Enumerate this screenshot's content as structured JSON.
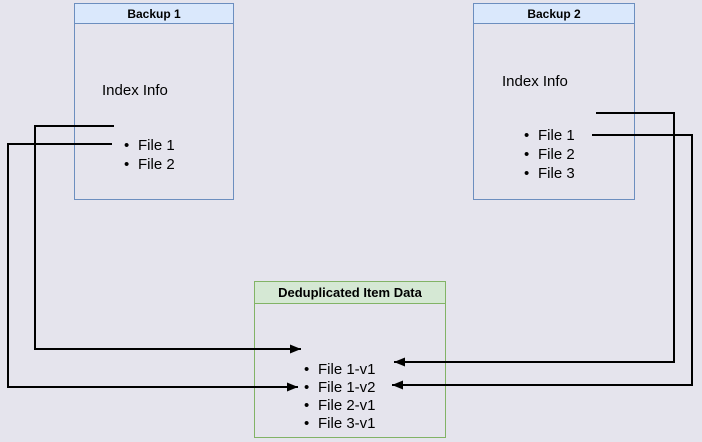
{
  "colors": {
    "background": "#e5e4ed",
    "blue_fill": "#dae8fc",
    "blue_stroke": "#6c8ebf",
    "green_fill": "#d5e8d4",
    "green_stroke": "#82b366",
    "line_color": "#000000"
  },
  "backup1": {
    "title": "Backup 1",
    "section_label": "Index Info",
    "files": [
      "File 1",
      "File 2"
    ]
  },
  "backup2": {
    "title": "Backup 2",
    "section_label": "Index Info",
    "files": [
      "File 1",
      "File 2",
      "File 3"
    ]
  },
  "dedup": {
    "title": "Deduplicated Item Data",
    "files": [
      "File 1-v1",
      "File 1-v2",
      "File 2-v1",
      "File 3-v1"
    ]
  },
  "connections": [
    {
      "from": "Backup 1 / File 1",
      "to": "Deduplicated Item Data / File 1-v1",
      "route": "left"
    },
    {
      "from": "Backup 1 / File 2",
      "to": "Deduplicated Item Data / File 2-v1",
      "route": "left"
    },
    {
      "from": "Backup 2 / File 1",
      "to": "Deduplicated Item Data / File 1-v2",
      "route": "right"
    },
    {
      "from": "Backup 2 / File 2",
      "to": "Deduplicated Item Data / File 2-v1",
      "route": "right"
    }
  ]
}
